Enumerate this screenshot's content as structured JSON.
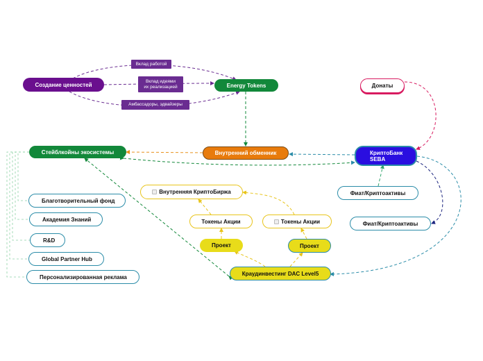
{
  "nodes": {
    "sozdanie": "Создание ценностей",
    "energy": "Energy Tokens",
    "donaty": "Донаты",
    "stablecoins": "Стейблкойны экосистемы",
    "obmennik": "Внутренний обменник",
    "kriptobank_line1": "КриптоБанк",
    "kriptobank_line2": "SEBA",
    "fiat1": "Фиат/Криптоактивы",
    "fiat2": "Фиат/Криптоактивы",
    "birzha": "Внутренняя КриптоБиржа",
    "tokeny1": "Токены Акции",
    "tokeny2": "Токены Акции",
    "proekt1": "Проект",
    "proekt2": "Проект",
    "crowd": "Краудинвестинг DAC Level5",
    "fond": "Благотворительный фонд",
    "akademiya": "Академия Знаний",
    "rnd": "R&D",
    "gph": "Global Partner Hub",
    "reklama": "Персонализированная реклама"
  },
  "edge_labels": {
    "rabota": "Вклад работой",
    "idei_line1": "Вклад идеями",
    "idei_line2": "их реализацией",
    "ambassadory": "Амбассадоры, эдвайзеры"
  },
  "colors": {
    "purple": "#6a0f8e",
    "green": "#12883a",
    "orange": "#e87b0c",
    "blue": "#2a0ee0",
    "yellow": "#e8dc1a",
    "pink": "#d81b60",
    "teal": "#2a8ca8"
  }
}
